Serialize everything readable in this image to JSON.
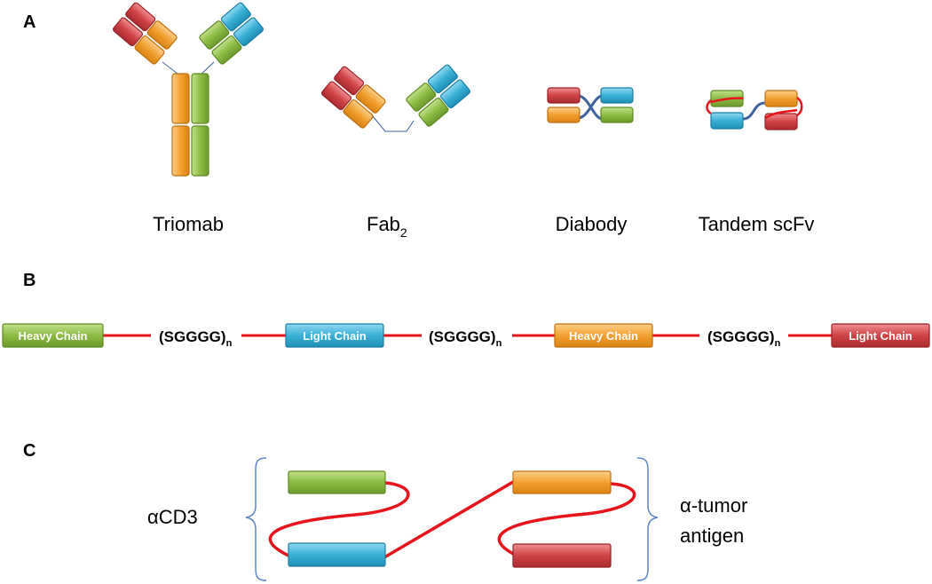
{
  "panels": {
    "a": "A",
    "b": "B",
    "c": "C"
  },
  "formats": {
    "triomab": "Triomab",
    "fab2_base": "Fab",
    "fab2_sub": "2",
    "diabody": "Diabody",
    "tandem": "Tandem scFv"
  },
  "chain_b": {
    "heavy1": "Heavy Chain",
    "light1": "Light Chain",
    "heavy2": "Heavy Chain",
    "light2": "Light Chain",
    "linker_base": "(SGGGG)",
    "linker_sub": "n"
  },
  "panel_c": {
    "left_label": "αCD3",
    "right_label_line1": "α-tumor",
    "right_label_line2": "antigen"
  },
  "colors": {
    "green": "#8dbb44",
    "blue": "#3bb0d6",
    "orange": "#f2a031",
    "red": "#d04347",
    "linker": "#e8141b",
    "connector": "#3d62a0",
    "bracket": "#5b86c5"
  }
}
